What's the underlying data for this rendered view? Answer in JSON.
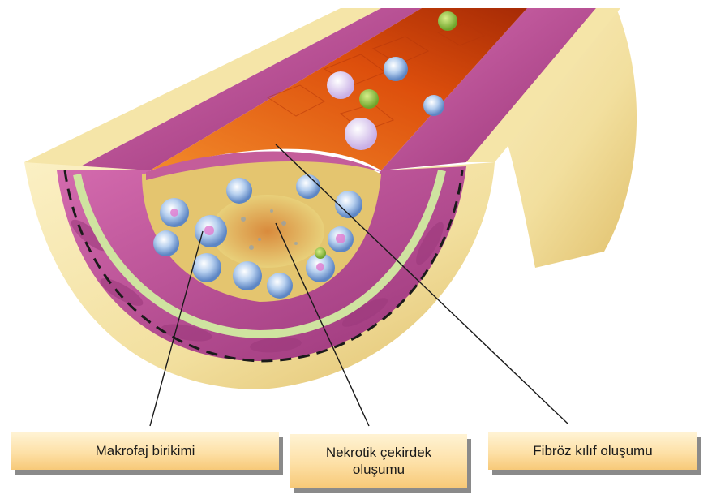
{
  "labels": {
    "macrophage": "Makrofaj birikimi",
    "necrotic_line1": "Nekrotik çekirdek",
    "necrotic_line2": "oluşumu",
    "fibrous": "Fibröz kılıf oluşumu"
  },
  "colors": {
    "adventitia": "#f2df9e",
    "media": "#b8498f",
    "intima_band": "#cfe3a0",
    "lumen": "#e05a10",
    "plaque": "#e4c56f",
    "foam_cell": "#9dbde6",
    "label_fill": "#fde0a6",
    "label_shadow": "#8a8a8a"
  }
}
